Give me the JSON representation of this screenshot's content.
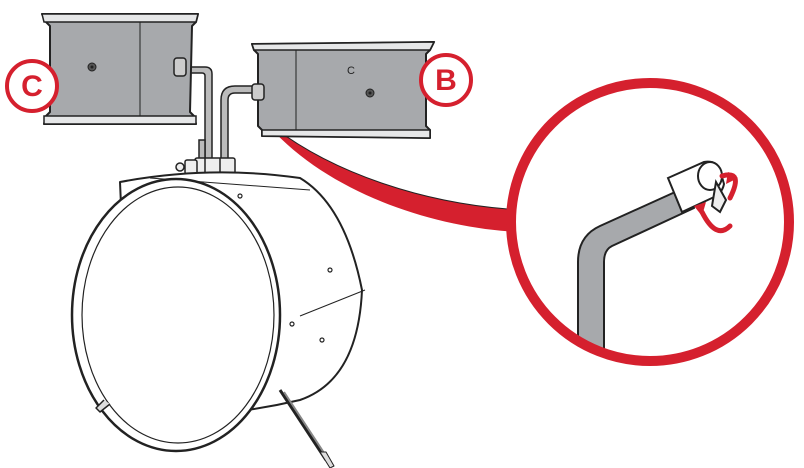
{
  "labels": {
    "left_tom": "C",
    "right_tom": "B",
    "tom_engraving": "C"
  },
  "colors": {
    "accent": "#D5202E",
    "outline": "#222222",
    "shell": "#A7A9AC",
    "shell_dark": "#8E9093",
    "background": "#FFFFFF"
  },
  "icons": {
    "rotate_arrows": "rotate-arrows-icon"
  }
}
